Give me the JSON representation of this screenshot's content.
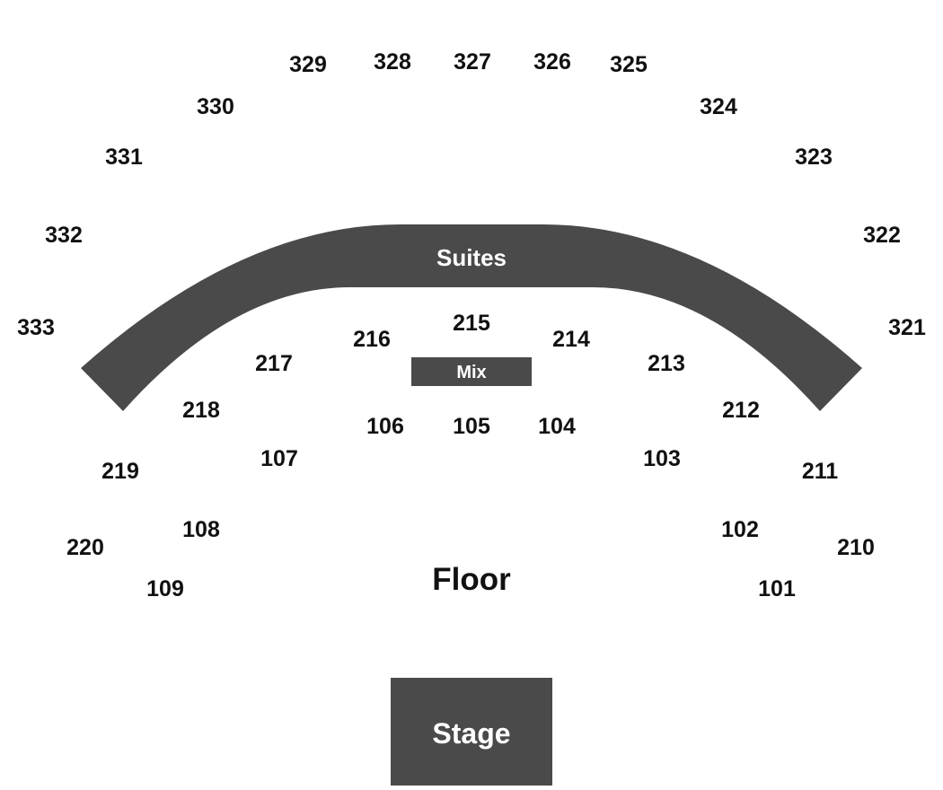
{
  "map": {
    "colors": {
      "block": "#4a4a4a",
      "text": "#111111",
      "block_text": "#ffffff",
      "background": "#ffffff"
    },
    "suites_label": "Suites",
    "mix_label": "Mix",
    "floor_label": "Floor",
    "stage_label": "Stage",
    "sections": {
      "upper": [
        "329",
        "328",
        "327",
        "326",
        "325",
        "330",
        "324",
        "331",
        "323",
        "332",
        "322",
        "333",
        "321"
      ],
      "lower_ring": [
        "216",
        "215",
        "214",
        "217",
        "213",
        "218",
        "212",
        "219",
        "211",
        "220",
        "210"
      ],
      "floor_ring": [
        "106",
        "105",
        "104",
        "107",
        "103",
        "108",
        "102",
        "109",
        "101"
      ]
    }
  }
}
